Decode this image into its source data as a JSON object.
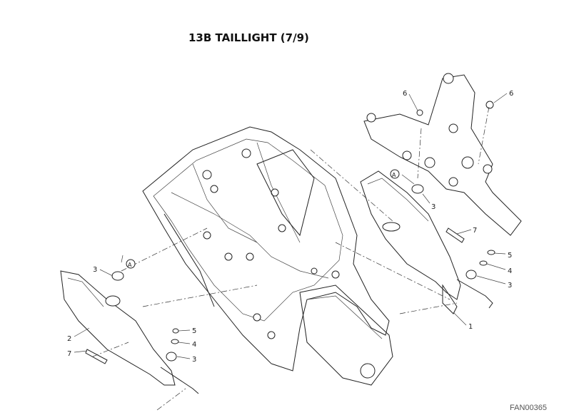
{
  "title": "13B TAILLIGHT (7/9)",
  "drawing_code": "FAN00365",
  "callouts": {
    "r6a": "6",
    "r6b": "6",
    "rA": "A",
    "r3a": "3",
    "r7": "7",
    "r5": "5",
    "r4": "4",
    "r3b": "3",
    "r1": "1",
    "l3a": "3",
    "lA": "A",
    "l2": "2",
    "l7": "7",
    "l5": "5",
    "l4": "4",
    "l3b": "3"
  }
}
